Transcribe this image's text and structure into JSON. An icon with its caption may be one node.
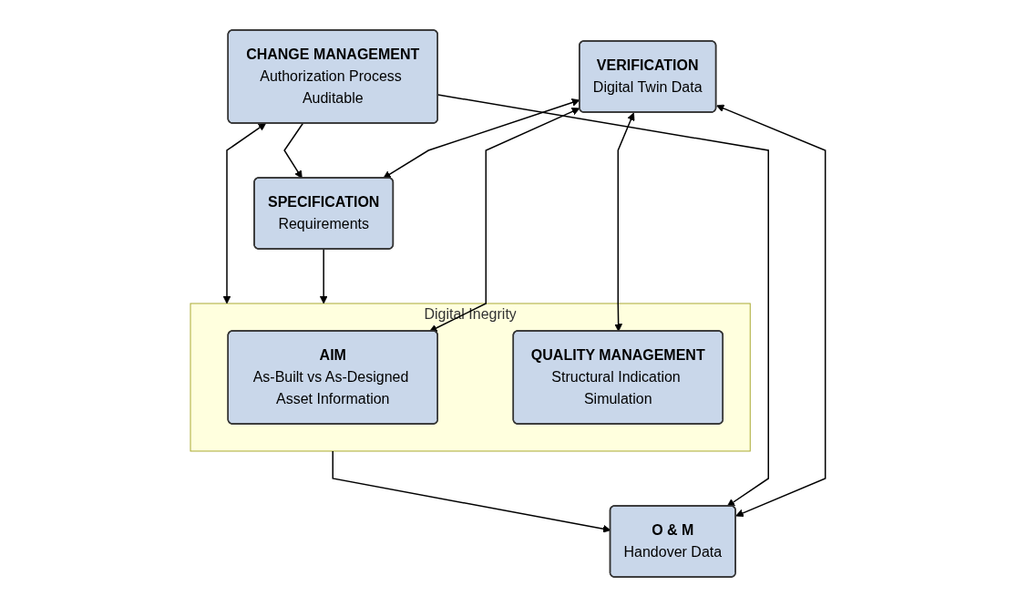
{
  "diagram": {
    "nodes": [
      {
        "text": [
          "VERIFICATION",
          "Digital Twin Data"
        ]
      },
      {
        "text": [
          "SPECIFICATION",
          "Requirements"
        ]
      },
      {
        "text": [
          "Digital Inegrity"
        ]
      },
      {
        "text": [
          "AIM",
          "As-Built vs As-Designed Asset Information"
        ],
        "in": 2
      },
      {
        "text": [
          "QUALITY MANAGEMENT",
          "Structural Indication Simulation"
        ],
        "in": 2
      },
      {
        "text": [
          "O & M",
          "Handover Data"
        ]
      },
      {
        "text": [
          "CHANGE MANAGEMENT",
          "Authorization Process Auditable"
        ]
      }
    ],
    "edges": [
      {
        "from": 0,
        "to": 1,
        "arrow": "both"
      },
      {
        "from": 0,
        "to": 5,
        "arrow": "both"
      },
      {
        "from": 0,
        "to": 3,
        "arrow": "both"
      },
      {
        "from": 0,
        "to": 4,
        "arrow": "both"
      },
      {
        "from": 1,
        "to": 2,
        "arrow": "to"
      },
      {
        "from": 2,
        "to": 5,
        "arrow": "to"
      },
      {
        "from": 6,
        "to": 2,
        "arrow": "both"
      },
      {
        "from": 6,
        "to": 1,
        "arrow": "to"
      },
      {
        "from": 6,
        "to": 5,
        "arrow": "to"
      }
    ]
  }
}
